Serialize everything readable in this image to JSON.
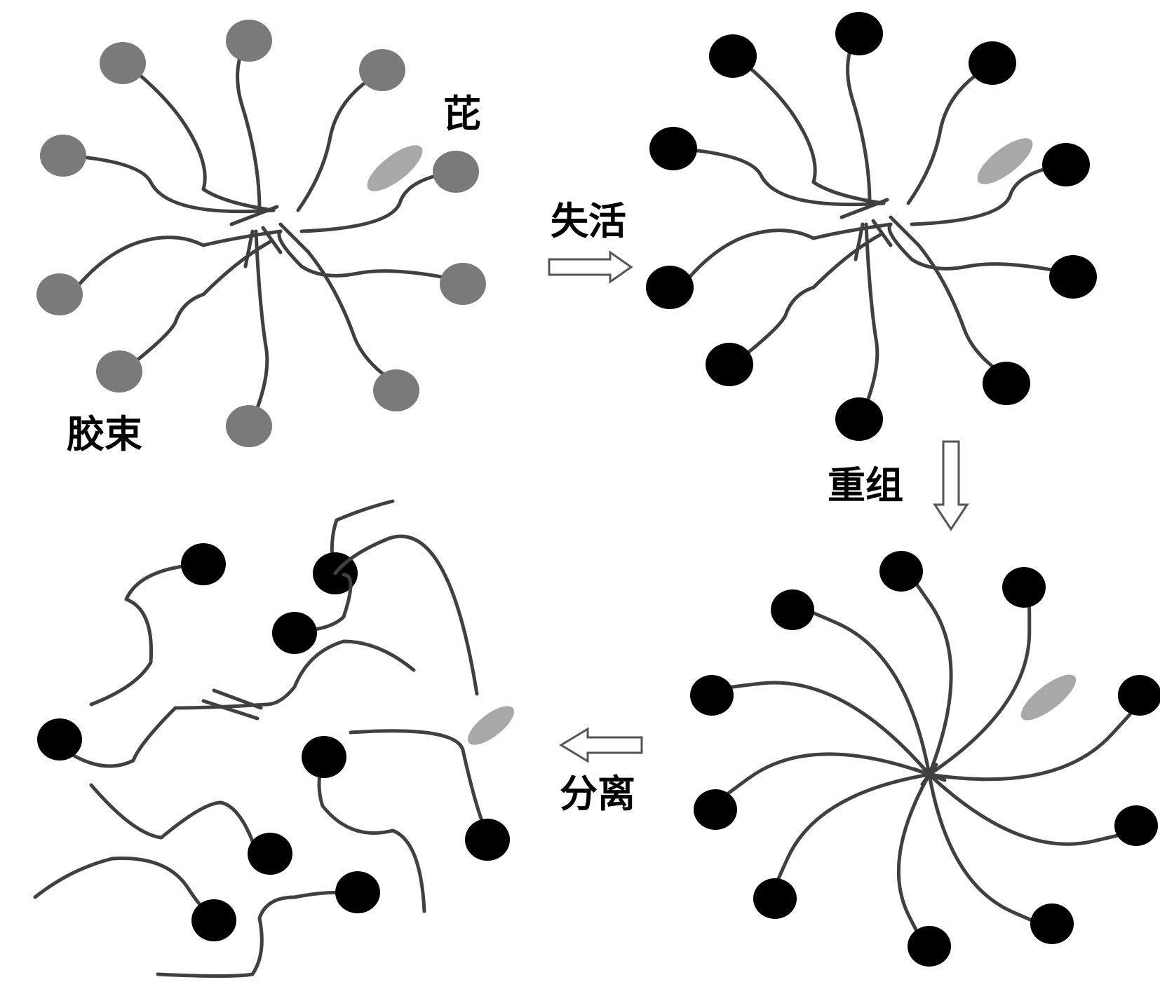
{
  "labels": {
    "pyrene": "芘",
    "micelle": "胶束",
    "inactivate": "失活",
    "regroup": "重组",
    "separate": "分离"
  },
  "colors": {
    "active_head": "#7a7a7a",
    "inactive_head": "#000000",
    "tail": "#404040",
    "pyrene": "#a8a8a8",
    "arrow_stroke": "#555555",
    "background": "#ffffff"
  },
  "stages": [
    "active-micelle",
    "inactivated-micelle",
    "regrouped-micelle",
    "separated-surfactants"
  ]
}
